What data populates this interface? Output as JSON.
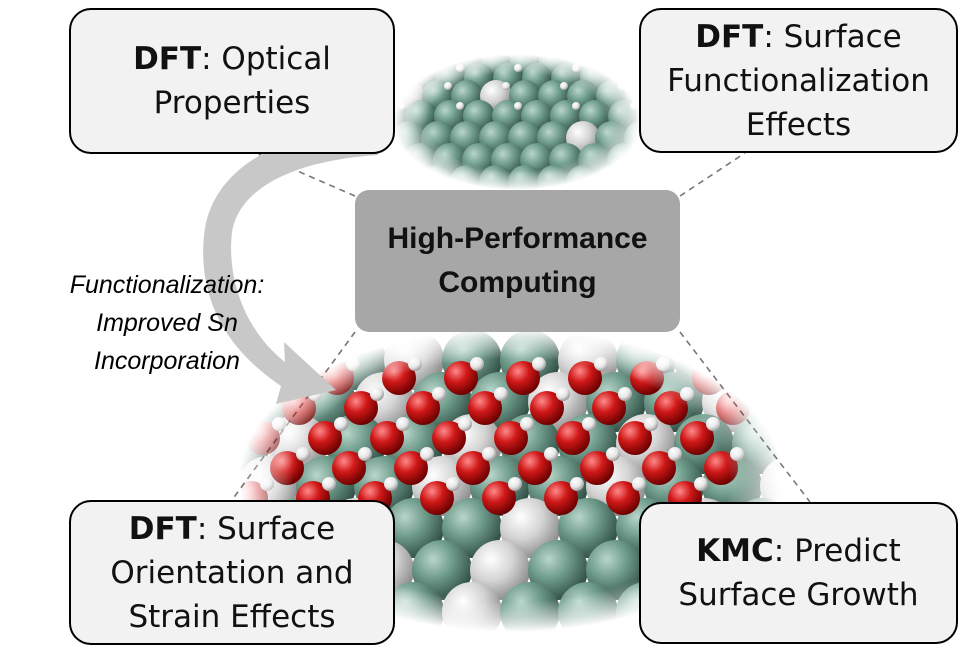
{
  "colors": {
    "box_fill": "#f2f2f2",
    "hpc_fill": "#a7a7a7",
    "atom_teal": "#6f9c8c",
    "atom_gray": "#d4d4d4",
    "atom_oxygen": "#d01818",
    "atom_hydrogen": "#eeeeee",
    "arrow": "#c8c8c8"
  },
  "center": {
    "line1": "High-Performance",
    "line2": "Computing"
  },
  "annotation": {
    "line1": "Functionalization:",
    "line2": "Improved Sn",
    "line3": "Incorporation"
  },
  "boxes": {
    "top_left": {
      "method": "DFT",
      "line1_rest": ": Optical",
      "line2": "Properties"
    },
    "top_right": {
      "method": "DFT",
      "line1_rest": ": Surface",
      "line2": "Functionalization",
      "line3": "Effects"
    },
    "bottom_left": {
      "method": "DFT",
      "line1_rest": ": Surface",
      "line2": "Orientation and",
      "line3": "Strain Effects"
    },
    "bottom_right": {
      "method": "KMC",
      "line1_rest": ": Predict",
      "line2": "Surface Growth"
    }
  }
}
